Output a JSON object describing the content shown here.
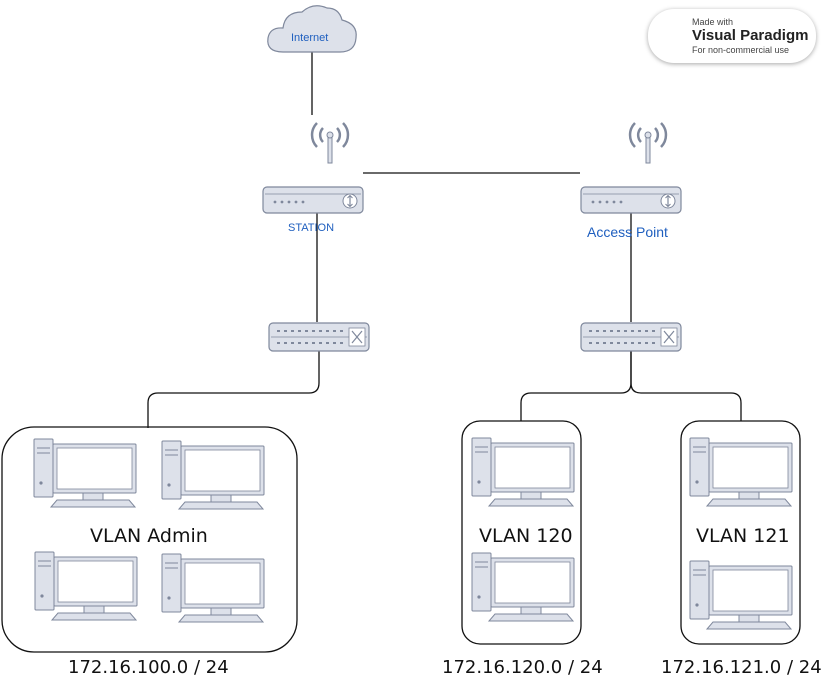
{
  "nodes": {
    "internet": "Internet",
    "station": "STATION",
    "access_point": "Access Point"
  },
  "vlans": [
    {
      "name": "VLAN Admin",
      "subnet": "172.16.100.0 / 24"
    },
    {
      "name": "VLAN 120",
      "subnet": "172.16.120.0 / 24"
    },
    {
      "name": "VLAN 121",
      "subnet": "172.16.121.0 / 24"
    }
  ],
  "watermark": {
    "line1": "Made with",
    "line2": "Visual Paradigm",
    "line3": "For non-commercial use"
  },
  "colors": {
    "device_fill": "#dde1ea",
    "device_stroke": "#7f889c",
    "label_blue": "#1f5fbf",
    "link": "#111111"
  }
}
